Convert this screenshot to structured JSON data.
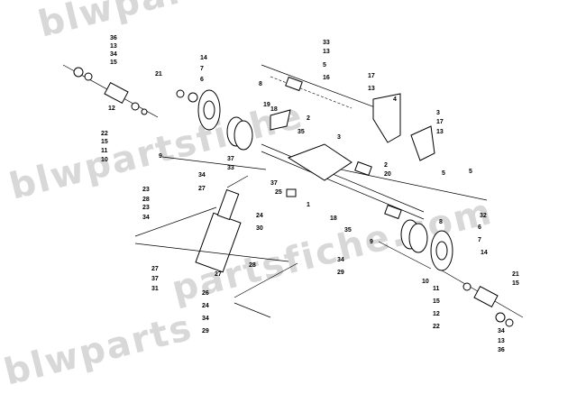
{
  "watermark": {
    "text_1": "blwpartsfiche",
    "text_2": "blwpartsfiche",
    "text_3": "partsfiche.com",
    "text_4": "blwparts"
  },
  "callouts": [
    "36",
    "13",
    "34",
    "15",
    "21",
    "14",
    "7",
    "6",
    "8",
    "12",
    "22",
    "15",
    "11",
    "10",
    "33",
    "13",
    "5",
    "16",
    "17",
    "13",
    "4",
    "19",
    "18",
    "2",
    "3",
    "3",
    "17",
    "13",
    "9",
    "35",
    "37",
    "33",
    "34",
    "27",
    "23",
    "28",
    "23",
    "34",
    "37",
    "25",
    "1",
    "2",
    "20",
    "5",
    "24",
    "30",
    "18",
    "32",
    "6",
    "8",
    "35",
    "9",
    "7",
    "14",
    "27",
    "37",
    "31",
    "27",
    "26",
    "24",
    "34",
    "29",
    "28",
    "34",
    "29",
    "10",
    "11",
    "15",
    "12",
    "22",
    "21",
    "15",
    "34",
    "13",
    "36",
    "5"
  ]
}
